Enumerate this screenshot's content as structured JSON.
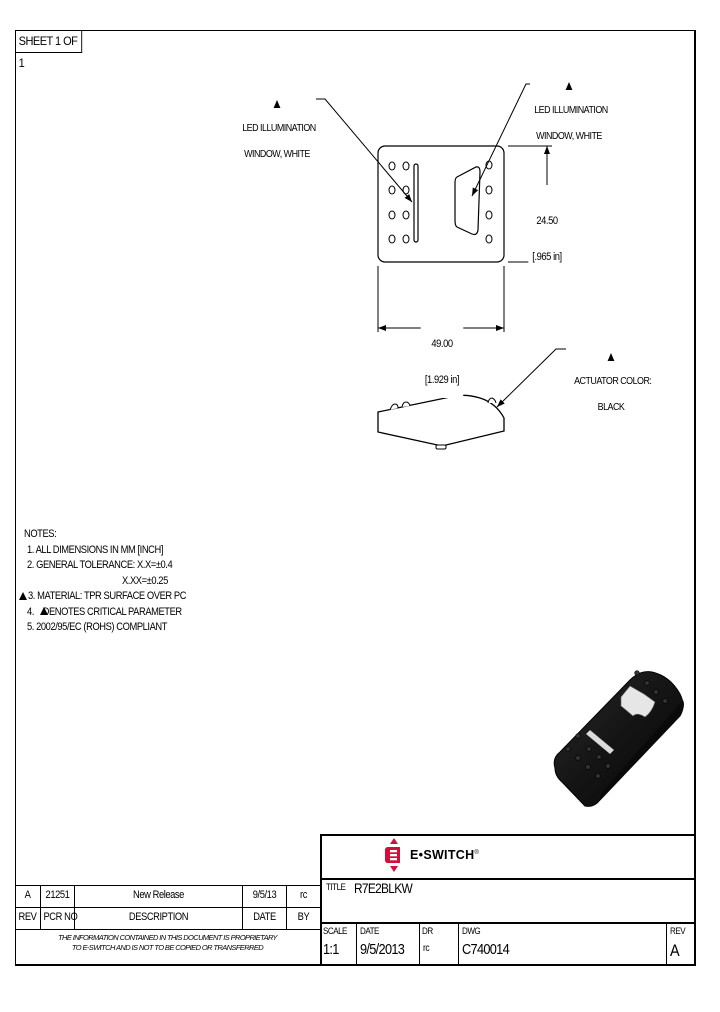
{
  "sheet": {
    "label": "SHEET 1 OF 1"
  },
  "callouts": {
    "led_left": {
      "line1": "LED ILLUMINATION",
      "line2": "WINDOW, WHITE",
      "critical": true
    },
    "led_right": {
      "line1": "LED ILLUMINATION",
      "line2": "WINDOW, WHITE",
      "critical": true
    },
    "actuator": {
      "line1": "ACTUATOR COLOR:",
      "line2": "BLACK",
      "critical": true
    }
  },
  "dimensions": {
    "height": {
      "mm": "24.50",
      "inch": "[.965 in]"
    },
    "width": {
      "mm": "49.00",
      "inch": "[1.929 in]"
    }
  },
  "notes": {
    "title": "NOTES:",
    "items": [
      "1. ALL DIMENSIONS IN MM [INCH]",
      "2. GENERAL TOLERANCE: X.X=±0.4",
      "X.XX=±0.25",
      "3. MATERIAL: TPR SURFACE OVER PC",
      "4.    DENOTES CRITICAL PARAMETER",
      "5. 2002/95/EC (ROHS) COMPLIANT"
    ]
  },
  "logo": {
    "brand": "E•SWITCH",
    "registered": "®",
    "color": "#d0103a"
  },
  "revision_table": {
    "row": {
      "rev": "A",
      "pcr_no": "21251",
      "description": "New Release",
      "date": "9/5/13",
      "by": "rc"
    },
    "headers": {
      "rev": "REV",
      "pcr_no": "PCR NO",
      "description": "DESCRIPTION",
      "date": "DATE",
      "by": "BY"
    },
    "proprietary_line1": "THE INFORMATION CONTAINED IN THIS DOCUMENT IS PROPRIETARY",
    "proprietary_line2": "TO E-SWITCH AND IS NOT TO BE COPIED OR TRANSFERRED"
  },
  "title_block": {
    "title_label": "TITLE",
    "title_value": "R7E2BLKW",
    "scale_label": "SCALE",
    "scale_value": "1:1",
    "date_label": "DATE",
    "date_value": "9/5/2013",
    "dr_label": "DR",
    "dr_value": "rc",
    "dwg_label": "DWG",
    "dwg_value": "C740014",
    "rev_label": "REV",
    "rev_value": "A"
  }
}
